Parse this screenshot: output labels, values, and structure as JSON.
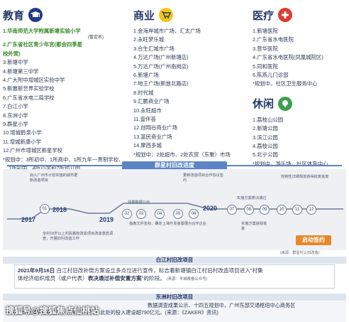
{
  "education": {
    "title": "教育",
    "items": [
      "1.华南师范大学附属新塘实验小学",
      "2.广东省社区青少年宫(都会四季星",
      "  (暂定名)",
      "  校外营)",
      "3.新塘中学",
      "4.新塘第三中学",
      "4.广大附中增城区实验中学",
      "5.新雅新世界实验学校",
      "6.广东省水电二局学校",
      "7.白江小学",
      "8.东洲小学",
      "9.群星小学",
      "10.增城鹤泉小学",
      "11.增城新康小学",
      "12.广州市增城区新星学校"
    ],
    "note1": "*规划中：3所初中、1所高中、1所九年一贯制学校、",
    "note2": "1所初中、4所小学和7所幼儿园"
  },
  "business": {
    "title": "商业",
    "items": [
      "1.金海岸城市广场、汇太广场",
      "2.永旺梦乐城",
      "3.合生汇城市广场",
      "4.万达广场(广州新塘店)",
      "5.万达广场(广州南岗店)",
      "6.新塘广场",
      "7.地王广场(新放北路店)",
      "8.时代城",
      "9.汇鹏商业广场",
      "10.永旺超市",
      "11.壹伴荟",
      "12.创翔谷商业广场",
      "13.富民商业广场",
      "14.摩西多城"
    ],
    "note": "*规划中：2处超市、2处农贸（东聚）市场"
  },
  "medical": {
    "title": "医疗",
    "items": [
      "1.新塘医院",
      "2.广东省水电医院",
      "3.营华医院",
      "4.广东省水电医院(凤凰城院区)",
      "5.同和医院",
      "6.陈燕儿门诊部"
    ],
    "note": "*规划中，社区卫生服务中心"
  },
  "leisure": {
    "title": "休闲",
    "items": [
      "1.荔枝山公园",
      "2.新塘公园",
      "3.滨江公园",
      "4.荔枝公园",
      "5.北宁公园"
    ],
    "note": "*规划中，游乐场，社区体育中心"
  },
  "progress": {
    "banner": "群星村旧改进度",
    "years": [
      "2017",
      "2018",
      "2019",
      "2020"
    ],
    "nodes": [
      "01",
      "02",
      "03",
      "04",
      "05",
      "06",
      "07",
      "08",
      "09",
      "10",
      "11",
      "12"
    ],
    "t1": "启入广州市计划实施的城市更新改造项目",
    "t2": "全村18岁以上村民搬权改造项目改造意愿调查，开展旧村改造工作",
    "t3": "测量数据公示",
    "t4": "指南文件签标，确定上海升发房置展为合作企业",
    "t5": "更新改造项目合作协议签约",
    "t6": "实施方案表决通过",
    "t7": "实施方案获取批复",
    "t8": "控制性详细规划获得批复批复",
    "launch": "启动签约",
    "source": "(来源：群星村三旧改造)"
  },
  "baijiang": {
    "title": "白江村旧改项目",
    "date": "2021年9月16日",
    "text1": "白江村旧改补偿方案设立多点位进行宣传，标志着新塘镇白江村旧村改造项目进入\"村集",
    "text2": "体经济组织成员（或户代表）",
    "text2b": "表决通过补偿安置方案",
    "text2c": "\"的阶段。",
    "source": "(来源：羊城晚报公众号)"
  },
  "dongzhou": {
    "title": "东洲村旧改项目",
    "text1": "数据调查成果公示、十四五规划中，广州东部交通枢纽中心商务区",
    "text2": "作为重点发展平台被提及，在未来5年内，此处的投入建设超790亿元。(来源：《ZAKER》资讯)"
  },
  "watermark": "搜狐号@搜狐焦点仙桃站",
  "colors": {
    "edu": "#243a8a",
    "biz": "#f2c618",
    "med": "#e23a2f",
    "leisure": "#3aa14f",
    "accent": "#e8872b"
  }
}
